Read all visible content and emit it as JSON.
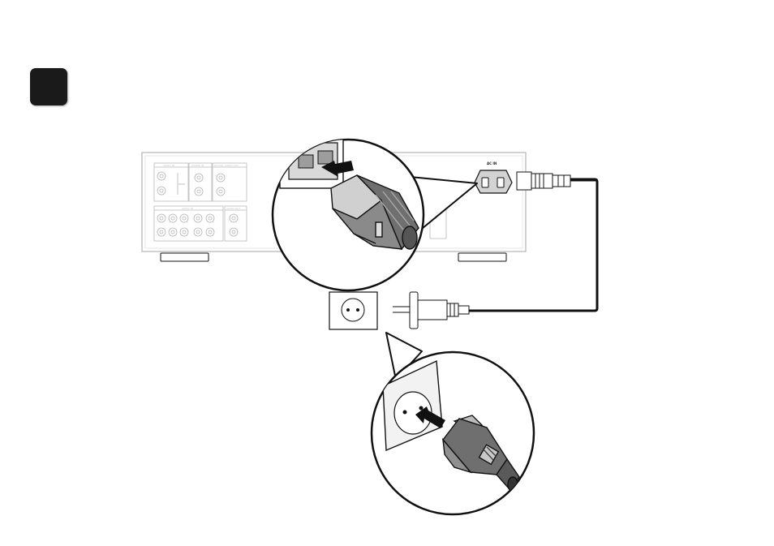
{
  "step_badge": {
    "color": "#1a1a1a"
  },
  "device": {
    "ac_inlet_label": "AC IN",
    "panel_labels": [
      "AUDIO IN",
      "PHONO IN",
      "DIGITAL AUDIO OUT",
      "AUDIO IN",
      "AUDIO OUT"
    ]
  },
  "colors": {
    "line": "#111111",
    "panel_line": "#9a9a9a",
    "plug_fill": "#6f6f6f",
    "plug_dark": "#3a3a3a",
    "outlet_fill": "#f2f2f2"
  },
  "icons": {
    "iec_plug": "iec-c7-plug-icon",
    "schuko_plug": "europlug-icon",
    "wall_outlet": "wall-socket-icon",
    "insert_arrow": "arrow-right-icon"
  }
}
